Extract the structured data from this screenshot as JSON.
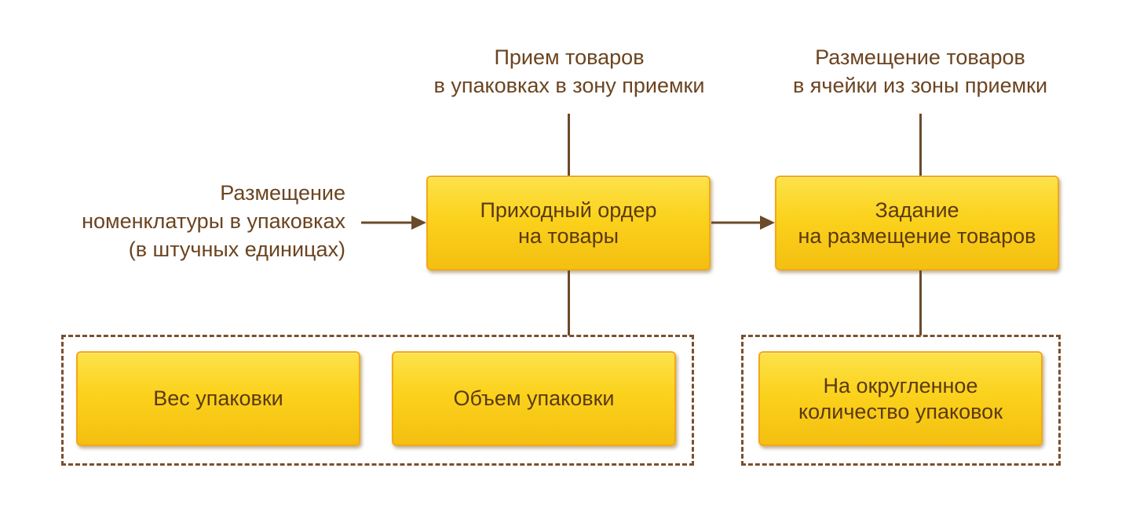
{
  "labels": {
    "receive_top": [
      "Прием товаров",
      "в упаковках в зону приемки"
    ],
    "place_top": [
      "Размещение товаров",
      "в ячейки из зоны приемки"
    ],
    "left_input": [
      "Размещение",
      "номенклатуры в упаковках",
      "(в штучных единицах)"
    ]
  },
  "boxes": {
    "receipt_order": [
      "Приходный ордер",
      "на товары"
    ],
    "placement_task": [
      "Задание",
      "на размещение товаров"
    ],
    "pack_weight": [
      "Вес упаковки"
    ],
    "pack_volume": [
      "Объем упаковки"
    ],
    "rounded_qty": [
      "На округленное",
      "количество упаковок"
    ]
  },
  "colors": {
    "text": "#6b4420",
    "box_fill": "#fbd21c",
    "box_border": "#f2a81a",
    "connector": "#6b4a2a"
  }
}
